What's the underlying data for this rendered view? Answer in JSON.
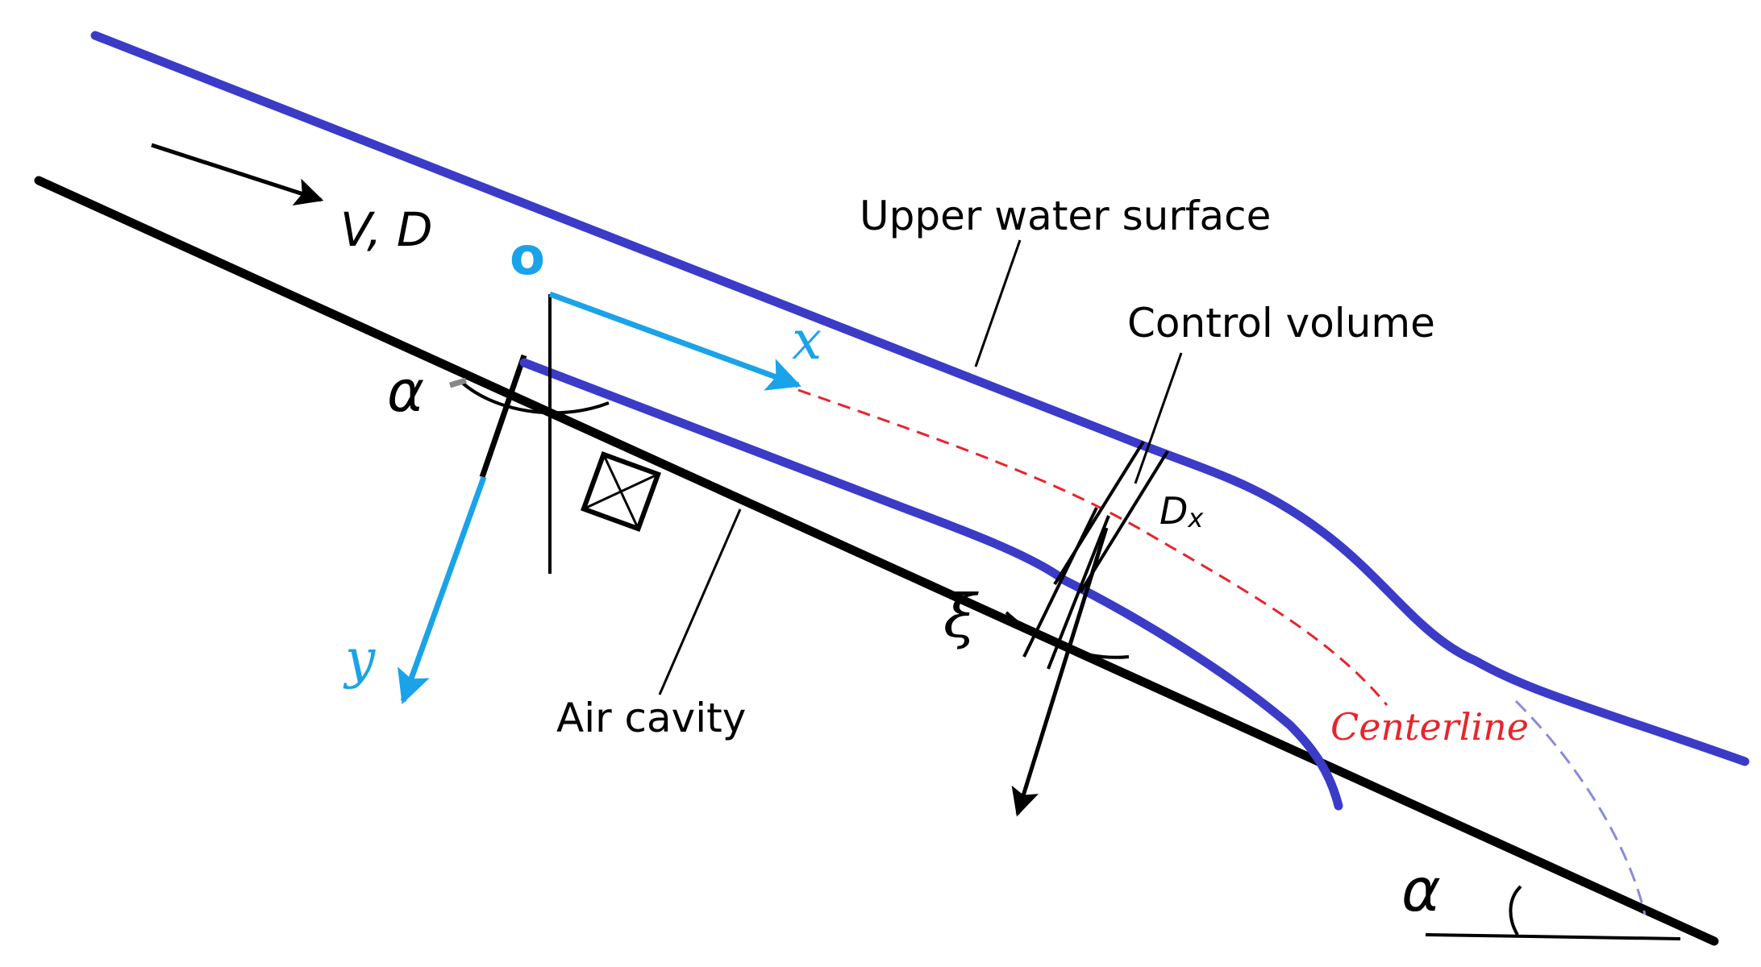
{
  "diagram": {
    "labels": {
      "flow": "V, D",
      "origin": "o",
      "x_axis": "x",
      "y_axis": "y",
      "alpha_top": "α",
      "alpha_bottom": "α",
      "xi": "ξ",
      "upper_surface": "Upper water surface",
      "control_volume": "Control volume",
      "dx_main": "D",
      "dx_sub": "x",
      "air_cavity": "Air cavity",
      "centerline": "Centerline"
    },
    "colors": {
      "water": "#3b3bc8",
      "axes": "#1aa3e8",
      "centerline": "#e8242c",
      "ink": "#000000",
      "dashed_water": "#8a8ad8"
    }
  }
}
